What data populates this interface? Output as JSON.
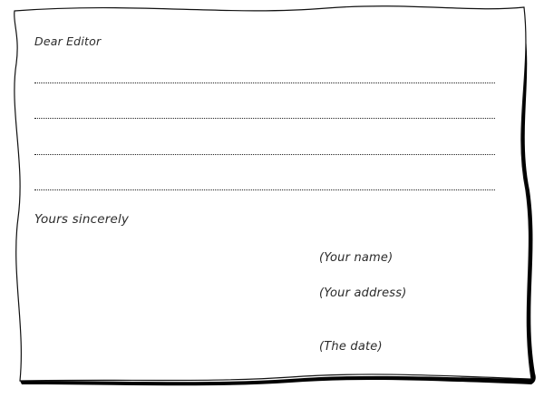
{
  "letter": {
    "greeting": "Dear Editor",
    "writing_lines": 4,
    "closing": "Yours sincerely",
    "signature": {
      "name": "(Your name)",
      "address": "(Your address)",
      "date": "(The date)"
    }
  },
  "colors": {
    "paper": "#ffffff",
    "ink": "#111111",
    "text": "#2b2b2b"
  }
}
